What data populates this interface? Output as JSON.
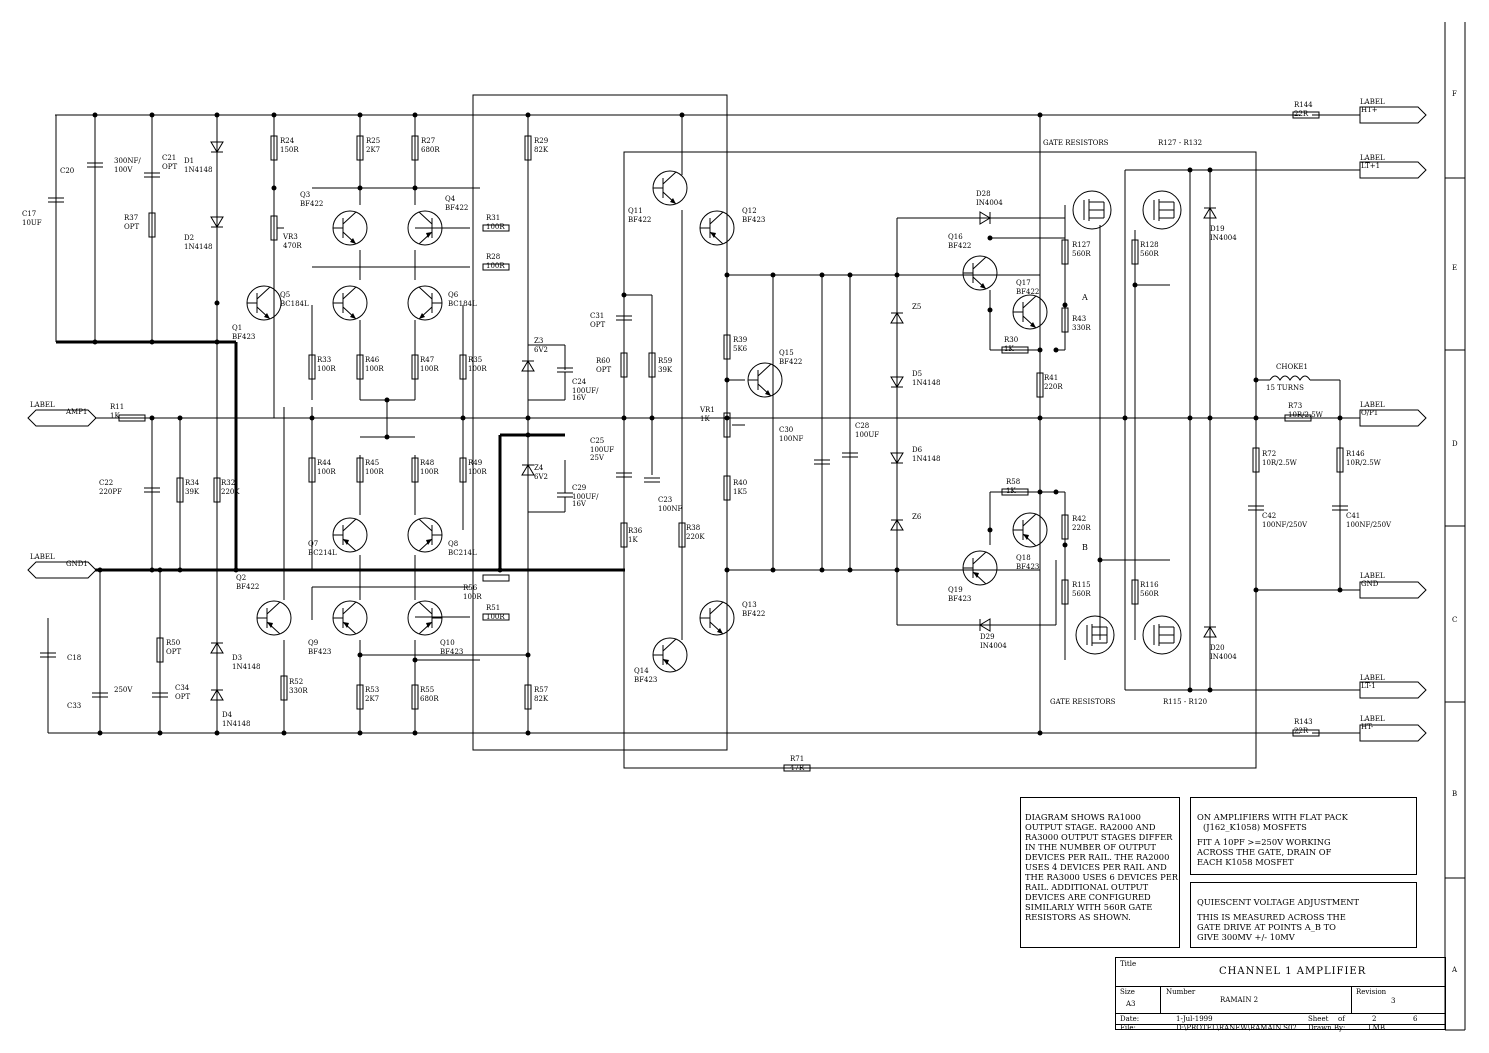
{
  "title_block": {
    "title_label": "Title",
    "title": "CHANNEL 1 AMPLIFIER",
    "size_label": "Size",
    "size": "A3",
    "number_label": "Number",
    "number": "RAMAIN 2",
    "revision_label": "Revision",
    "revision": "3",
    "date_label": "Date:",
    "date": "1-Jul-1999",
    "sheet_label": "Sheet",
    "sheet_of": "of",
    "sheet": "2",
    "sheets": "6",
    "file_label": "File:",
    "file": "D:\\PROTEL\\RANEW\\RAMAIN.S02",
    "drawn_label": "Drawn By:",
    "drawn": "LMB"
  },
  "notes": {
    "output_stage": "DIAGRAM SHOWS RA1000 OUTPUT STAGE. RA2000 AND RA3000 OUTPUT STAGES DIFFER IN THE NUMBER OF OUTPUT DEVICES PER RAIL. THE RA2000 USES 4 DEVICES PER RAIL AND THE RA3000 USES 6 DEVICES PER RAIL. ADDITIONAL OUTPUT DEVICES ARE CONFIGURED SIMILARLY WITH 560R GATE RESISTORS AS SHOWN.",
    "flatpack_1": "ON AMPLIFIERS WITH FLAT PACK",
    "flatpack_2": "(J162_K1058) MOSFETS",
    "flatpack_3": "FIT A 10pF >=250V WORKING ACROSS THE GATE, DRAIN OF EACH K1058 MOSFET",
    "quiescent_1": "QUIESCENT VOLTAGE ADJUSTMENT",
    "quiescent_2": "THIS IS MEASURED ACROSS THE GATE DRIVE AT POINTS A_B TO GIVE 300mV +/- 10mV"
  },
  "border": {
    "rows": [
      "F",
      "E",
      "D",
      "C",
      "B",
      "A"
    ]
  },
  "labels": {
    "label": "LABEL",
    "amp1": "AMP1",
    "gnd1": "GND1",
    "htp": "HT+",
    "ltp": "LT+1",
    "op1": "O/P1",
    "gnd": "GND",
    "ltm": "LT-1",
    "htm": "HT-"
  },
  "texts": {
    "gate_top": "GATE RESISTORS",
    "r127_132": "R127 - R132",
    "gate_bot": "GATE RESISTORS",
    "r115_120": "R115 - R120",
    "choke": "CHOKE1",
    "turns": "15 TURNS",
    "pt_a": "A",
    "pt_b": "B"
  },
  "components": [
    {
      "ref": "R144",
      "val": "22R"
    },
    {
      "ref": "R143",
      "val": "22R"
    },
    {
      "ref": "R71",
      "val": "47R"
    },
    {
      "ref": "C20",
      "val": ""
    },
    {
      "ref": "C17",
      "val": "10UF"
    },
    {
      "ref": "C21",
      "val": "OPT"
    },
    {
      "ref": "300NF/",
      "val": "100V"
    },
    {
      "ref": "D1",
      "val": "1N4148"
    },
    {
      "ref": "D2",
      "val": "1N4148"
    },
    {
      "ref": "R37",
      "val": "OPT"
    },
    {
      "ref": "R24",
      "val": "150R"
    },
    {
      "ref": "Q3",
      "val": "BF422"
    },
    {
      "ref": "VR3",
      "val": "470R"
    },
    {
      "ref": "R25",
      "val": "2K7"
    },
    {
      "ref": "R27",
      "val": "680R"
    },
    {
      "ref": "Q4",
      "val": "BF422"
    },
    {
      "ref": "R31",
      "val": "100R"
    },
    {
      "ref": "R28",
      "val": "100R"
    },
    {
      "ref": "R29",
      "val": "82K"
    },
    {
      "ref": "Q5",
      "val": "BC184L"
    },
    {
      "ref": "Q1",
      "val": "BF423"
    },
    {
      "ref": "Q6",
      "val": "BC184L"
    },
    {
      "ref": "R33",
      "val": "100R"
    },
    {
      "ref": "R46",
      "val": "100R"
    },
    {
      "ref": "R47",
      "val": "100R"
    },
    {
      "ref": "R35",
      "val": "100R"
    },
    {
      "ref": "Z3",
      "val": "6V2"
    },
    {
      "ref": "C24",
      "val": "100UF/"
    },
    {
      "ref": "C24v",
      "val": "16V"
    },
    {
      "ref": "R11",
      "val": "1K"
    },
    {
      "ref": "C22",
      "val": "220PF"
    },
    {
      "ref": "R34",
      "val": "39K"
    },
    {
      "ref": "R32",
      "val": "220K"
    },
    {
      "ref": "R44",
      "val": "100R"
    },
    {
      "ref": "R45",
      "val": "100R"
    },
    {
      "ref": "R48",
      "val": "100R"
    },
    {
      "ref": "R49",
      "val": "100R"
    },
    {
      "ref": "Z4",
      "val": "6V2"
    },
    {
      "ref": "C29",
      "val": "100UF/"
    },
    {
      "ref": "C29v",
      "val": "16V"
    },
    {
      "ref": "Q7",
      "val": "BC214L"
    },
    {
      "ref": "Q8",
      "val": "BC214L"
    },
    {
      "ref": "Q2",
      "val": "BF422"
    },
    {
      "ref": "R56",
      "val": "100R"
    },
    {
      "ref": "R51",
      "val": "100R"
    },
    {
      "ref": "Q9",
      "val": "BF423"
    },
    {
      "ref": "Q10",
      "val": "BF423"
    },
    {
      "ref": "C18",
      "val": ""
    },
    {
      "ref": "C33",
      "val": ""
    },
    {
      "ref": "R50",
      "val": "OPT"
    },
    {
      "ref": "C34",
      "val": "OPT"
    },
    {
      "ref": "300NF/ ",
      "val": "250V"
    },
    {
      "ref": "D3",
      "val": "1N4148"
    },
    {
      "ref": "D4",
      "val": "1N4148"
    },
    {
      "ref": "R52",
      "val": "330R"
    },
    {
      "ref": "R53",
      "val": "2K7"
    },
    {
      "ref": "R55",
      "val": "680R"
    },
    {
      "ref": "R57",
      "val": "82K"
    },
    {
      "ref": "Q11",
      "val": "BF422"
    },
    {
      "ref": "Q12",
      "val": "BF423"
    },
    {
      "ref": "Q13",
      "val": "BF422"
    },
    {
      "ref": "Q14",
      "val": "BF423"
    },
    {
      "ref": "C31",
      "val": "OPT"
    },
    {
      "ref": "R60",
      "val": "OPT"
    },
    {
      "ref": "R59",
      "val": "39K"
    },
    {
      "ref": "C25",
      "val": "100UF"
    },
    {
      "ref": "C25v",
      "val": "25V"
    },
    {
      "ref": "C23",
      "val": "100NF"
    },
    {
      "ref": "R36",
      "val": "1K"
    },
    {
      "ref": "R38",
      "val": "220K"
    },
    {
      "ref": "R39",
      "val": "5K6"
    },
    {
      "ref": "Q15",
      "val": "BF422"
    },
    {
      "ref": "VR1",
      "val": "1K"
    },
    {
      "ref": "R40",
      "val": "1K5"
    },
    {
      "ref": "C30",
      "val": "100NF"
    },
    {
      "ref": "C28",
      "val": "100UF"
    },
    {
      "ref": "D28",
      "val": "IN4004"
    },
    {
      "ref": "Q16",
      "val": "BF422"
    },
    {
      "ref": "Q17",
      "val": "BF422"
    },
    {
      "ref": "R30",
      "val": "1K"
    },
    {
      "ref": "R43",
      "val": "330R"
    },
    {
      "ref": "R41",
      "val": "220R"
    },
    {
      "ref": "R127",
      "val": "560R"
    },
    {
      "ref": "R128",
      "val": "560R"
    },
    {
      "ref": "D19",
      "val": "IN4004"
    },
    {
      "ref": "Z5",
      "val": ""
    },
    {
      "ref": "D5",
      "val": "1N4148"
    },
    {
      "ref": "D6",
      "val": "1N4148"
    },
    {
      "ref": "Z6",
      "val": ""
    },
    {
      "ref": "R58",
      "val": "1K"
    },
    {
      "ref": "R42",
      "val": "220R"
    },
    {
      "ref": "Q18",
      "val": "BF423"
    },
    {
      "ref": "Q19",
      "val": "BF423"
    },
    {
      "ref": "D29",
      "val": "IN4004"
    },
    {
      "ref": "R115",
      "val": "560R"
    },
    {
      "ref": "R116",
      "val": "560R"
    },
    {
      "ref": "D20",
      "val": "IN4004"
    },
    {
      "ref": "R73",
      "val": "10R/2.5W"
    },
    {
      "ref": "R72",
      "val": "10R/2.5W"
    },
    {
      "ref": "R146",
      "val": "10R/2.5W"
    },
    {
      "ref": "C42",
      "val": "100NF/250V"
    },
    {
      "ref": "C41",
      "val": "100NF/250V"
    }
  ]
}
